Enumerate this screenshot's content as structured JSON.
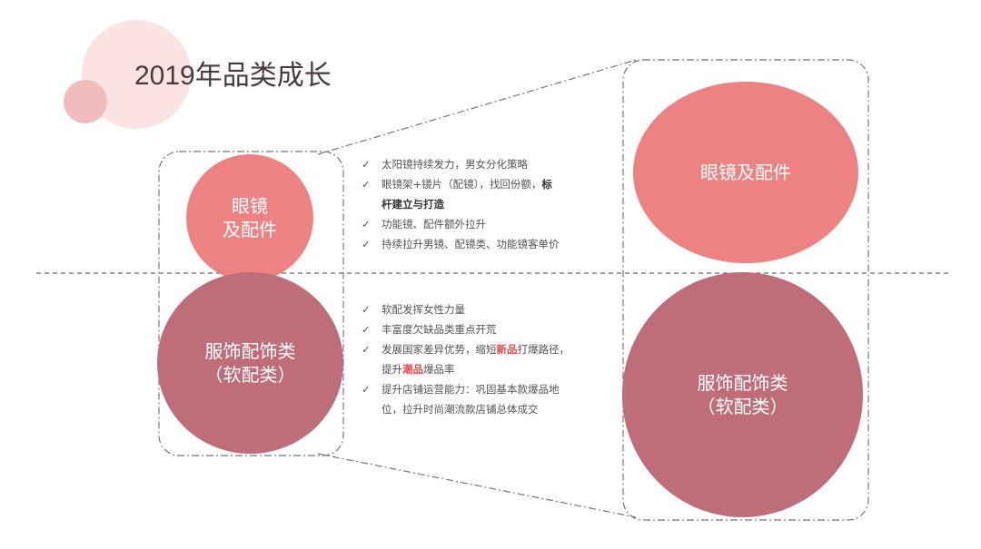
{
  "title": "2019年品类成长",
  "colors": {
    "glasses": "#ec8282",
    "apparel": "#c06d7a",
    "highlight": "#e84a4a",
    "deco_light": "#fbe3e3",
    "deco_mid": "#f3bcbc"
  },
  "icons": {
    "bullet": "✓"
  },
  "categories": {
    "glasses": {
      "small_label_line1": "眼镜",
      "small_label_line2": "及配件",
      "big_label": "眼镜及配件",
      "points": [
        {
          "text": "太阳镜持续发力，男女分化策略"
        },
        {
          "text_pre": "眼镜架+镜片（配镜），找回份额，",
          "bold_1": "标",
          "bold_2": "杆建立与打造"
        },
        {
          "text": "功能镜、配件额外拉升"
        },
        {
          "text": "持续拉升男镜、配镜类、功能镜客单价"
        }
      ]
    },
    "apparel": {
      "label_line1": "服饰配饰类",
      "label_line2": "（软配类）",
      "points": [
        {
          "text": "软配发挥女性力量"
        },
        {
          "text": "丰富度欠缺品类重点开荒"
        },
        {
          "pre": "发展国家差异优势，缩短",
          "hl": "新品",
          "post": "打爆路径，",
          "line2_pre": "提升",
          "line2_hl": "潮品",
          "line2_post": "爆品率"
        },
        {
          "line1": "提升店铺运营能力：巩固基本款爆品地",
          "line2": "位，拉升时尚潮流款店铺总体成交"
        }
      ]
    }
  }
}
